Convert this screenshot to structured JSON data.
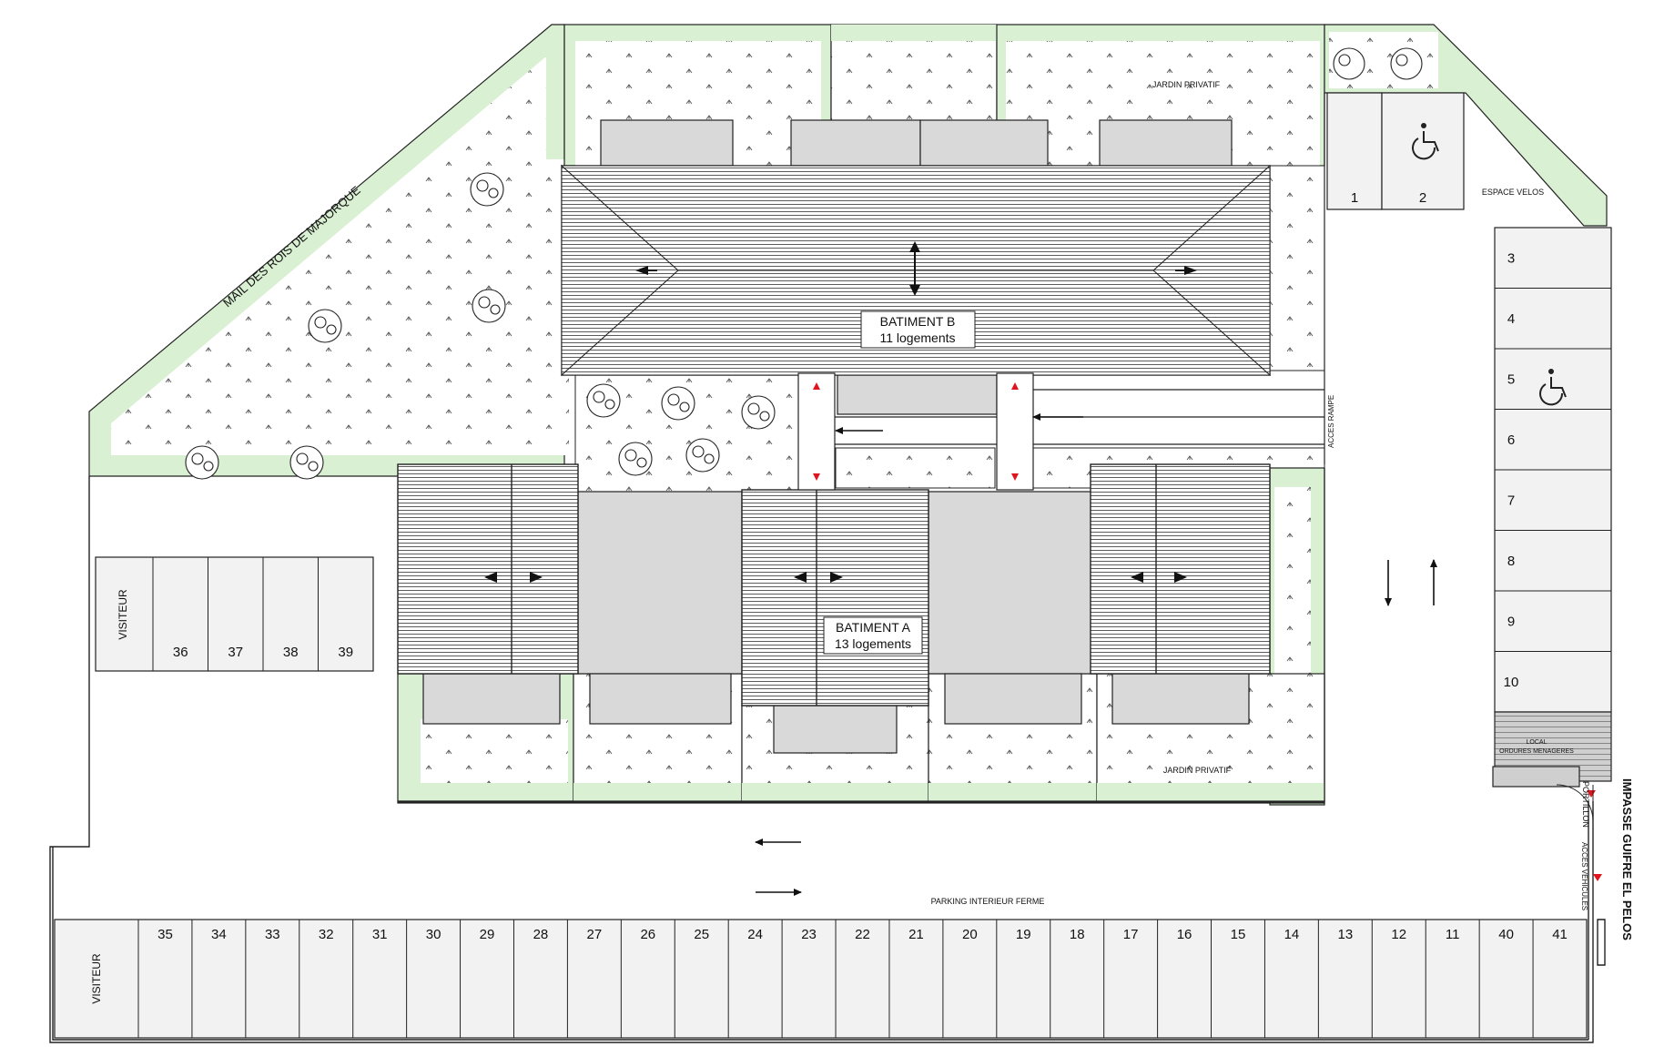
{
  "labels": {
    "street_west": "MAIL DES ROIS DE MAJORQUE",
    "street_east": "IMPASSE GUIFRE EL PELOS",
    "batiment_b_name": "BATIMENT B",
    "batiment_b_units": "11 logements",
    "batiment_a_name": "BATIMENT A",
    "batiment_a_units": "13 logements",
    "jardin_north": "JARDIN PRIVATIF",
    "jardin_south": "JARDIN PRIVATIF",
    "espace_velos": "ESPACE VELOS",
    "acces_rampe": "ACCES RAMPE",
    "local_line1": "LOCAL",
    "local_line2": "ORDURES MENAGERES",
    "portillon": "PORTILLON",
    "acces_vehicules": "ACCES VEHICULES",
    "parking": "PARKING INTERIEUR FERME",
    "visiteur_middle": "VISITEUR",
    "visiteur_bottom": "VISITEUR"
  },
  "parking": {
    "top": [
      "1",
      "2"
    ],
    "east": [
      "3",
      "4",
      "5",
      "6",
      "7",
      "8",
      "9",
      "10"
    ],
    "middle": [
      "36",
      "37",
      "38",
      "39"
    ],
    "bottom": [
      "35",
      "34",
      "33",
      "32",
      "31",
      "30",
      "29",
      "28",
      "27",
      "26",
      "25",
      "24",
      "23",
      "22",
      "21",
      "20",
      "19",
      "18",
      "17",
      "16",
      "15",
      "14",
      "13",
      "12",
      "11",
      "40",
      "41"
    ]
  },
  "colors": {
    "garden_border": "#d9f0d3",
    "terrace": "#d9d9d9",
    "parking_fill": "#f2f2f2",
    "line": "#222222",
    "accent_arrow": "#e0141e"
  }
}
